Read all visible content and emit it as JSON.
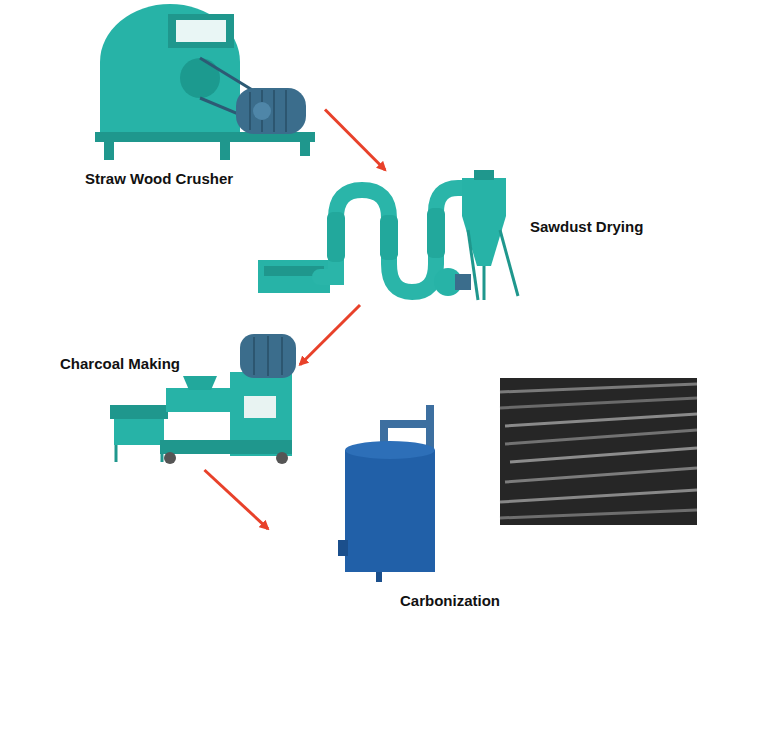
{
  "diagram": {
    "nodes": [
      {
        "text": [
          "Straw Wood Crusher"
        ]
      },
      {
        "text": [
          "Sawdust Drying"
        ]
      },
      {
        "text": [
          "Charcoal Making"
        ]
      },
      {
        "text": [
          "Carbonization"
        ]
      }
    ],
    "edges": [
      {
        "from": 0,
        "to": 1,
        "arrow": "to"
      },
      {
        "from": 1,
        "to": 2,
        "arrow": "to"
      },
      {
        "from": 2,
        "to": 3,
        "arrow": "to"
      }
    ]
  }
}
